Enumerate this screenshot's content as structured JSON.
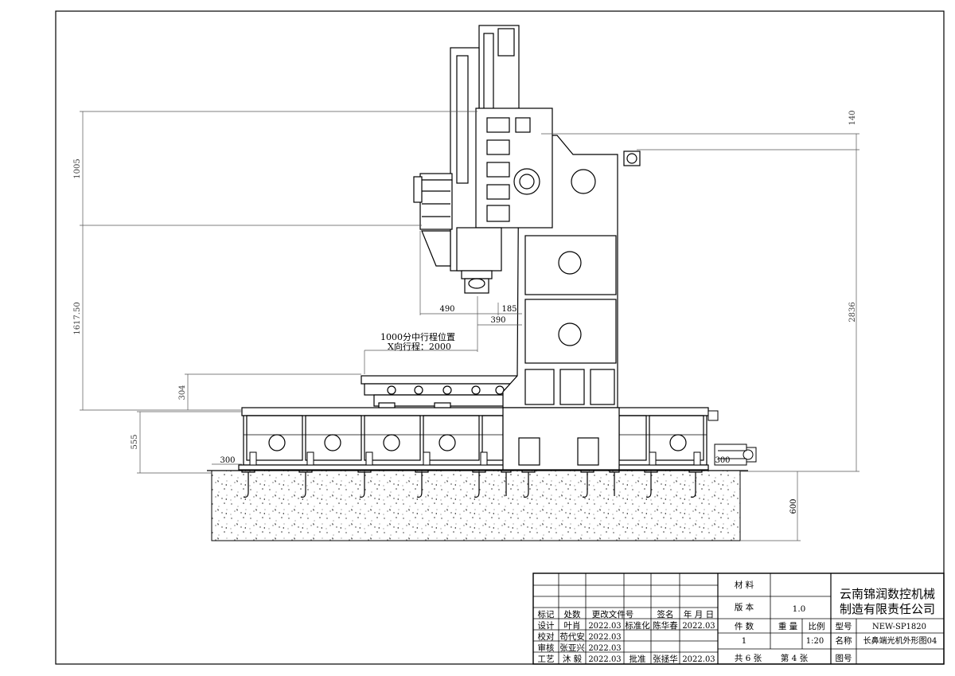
{
  "dimensions": {
    "d1005": "1005",
    "d1617": "1617.50",
    "d304": "304",
    "d555": "555",
    "d300": "300",
    "d140": "140",
    "d2836": "2836",
    "d600": "600",
    "d490": "490",
    "d390": "390",
    "d185": "185",
    "d300b": "300"
  },
  "notes": {
    "travel_position": "1000分中行程位置",
    "x_travel": "X向行程：2000"
  },
  "title_block": {
    "material_label": "材 料",
    "version_label": "版 本",
    "version_value": "1.0",
    "company_line1": "云南锦润数控机械",
    "company_line2": "制造有限责任公司",
    "count_label": "件 数",
    "weight_label": "重 量",
    "scale_label": "比例",
    "model_label": "型号",
    "model_value": "NEW-SP1820",
    "count_value": "1",
    "scale_value": "1:20",
    "name_label": "名称",
    "name_value": "长鼻端光机外形图04",
    "sheets": "共 6 张",
    "sheet_no": "第 4 张",
    "drawing_no_label": "图号",
    "hdr_mark": "标记",
    "hdr_count": "处数",
    "hdr_change_doc": "更改文件号",
    "hdr_sign": "签名",
    "hdr_date": "年 月 日",
    "design_label": "设计",
    "design_name": "叶肖",
    "design_date": "2022.03",
    "standard_label": "标准化",
    "standard_name": "陈华春",
    "standard_date": "2022.03",
    "check_label": "校对",
    "check_name": "苟代安",
    "check_date": "2022.03",
    "review_label": "审核",
    "review_name": "张亚兴",
    "review_date": "2022.03",
    "process_label": "工艺",
    "process_name": "沐 毅",
    "process_date": "2022.03",
    "approve_label": "批准",
    "approve_name": "张拯华",
    "approve_date": "2022.03"
  }
}
